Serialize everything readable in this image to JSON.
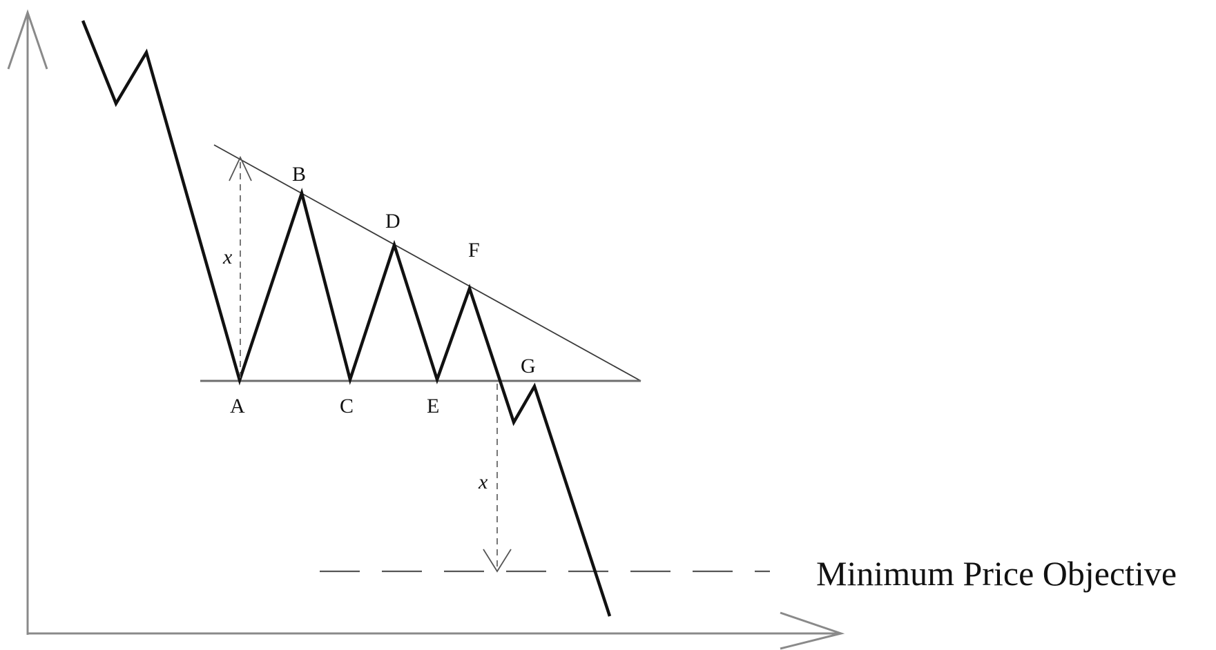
{
  "labels": {
    "point_a": "A",
    "point_b": "B",
    "point_c": "C",
    "point_d": "D",
    "point_e": "E",
    "point_f": "F",
    "point_g": "G",
    "height_top": "x",
    "height_bottom": "x",
    "objective": "Minimum Price Objective"
  }
}
